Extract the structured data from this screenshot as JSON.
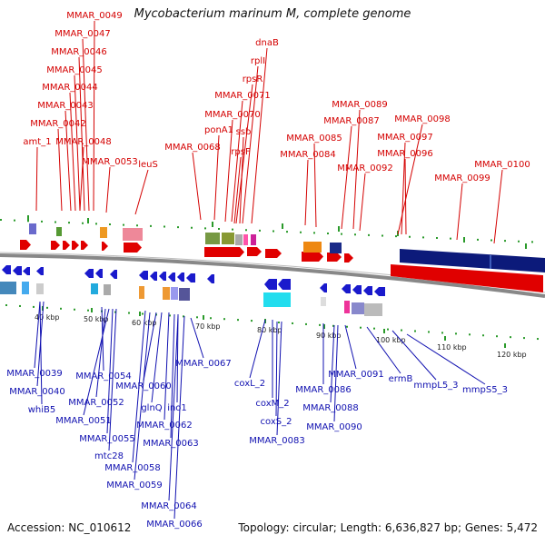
{
  "title": "Mycobacterium marinum M, complete genome",
  "accession": "Accession: NC_010612",
  "topology": "Topology: circular; Length: 6,636,827 bp; Genes: 5,472",
  "colors": {
    "top_label": "#d40000",
    "bottom_label": "#1010b0",
    "forward": "#e00000",
    "reverse": "#1a1acc",
    "backbone": "#888888",
    "ticks": "#2a9a2a",
    "ruler_text": "#222222"
  },
  "ruler": [
    "40 kbp",
    "50 kbp",
    "60 kbp",
    "70 kbp",
    "80 kbp",
    "90 kbp",
    "100 kbp",
    "110 kbp",
    "120 kbp"
  ],
  "top_labels": [
    "MMAR_0049",
    "MMAR_0047",
    "MMAR_0046",
    "MMAR_0045",
    "MMAR_0044",
    "MMAR_0043",
    "MMAR_0042",
    "amt_1",
    "MMAR_0048",
    "MMAR_0053",
    "leuS",
    "MMAR_0068",
    "ponA1",
    "MMAR_0070",
    "MMAR_0071",
    "rpsR",
    "rplI",
    "dnaB",
    "ssb",
    "rpsF",
    "MMAR_0084",
    "MMAR_0085",
    "MMAR_0087",
    "MMAR_0089",
    "MMAR_0092",
    "MMAR_0098",
    "MMAR_0097",
    "MMAR_0096",
    "MMAR_0099",
    "MMAR_0100"
  ],
  "bottom_labels": [
    "MMAR_0039",
    "MMAR_0040",
    "whiB5",
    "MMAR_0054",
    "MMAR_0052",
    "MMAR_0051",
    "MMAR_0055",
    "mtc28",
    "MMAR_0058",
    "MMAR_0059",
    "MMAR_0060",
    "glnQ",
    "ino1",
    "MMAR_0062",
    "MMAR_0063",
    "MMAR_0064",
    "MMAR_0066",
    "MMAR_0067",
    "coxL_2",
    "coxM_2",
    "coxS_2",
    "MMAR_0083",
    "MMAR_0086",
    "MMAR_0088",
    "MMAR_0090",
    "MMAR_0091",
    "ermB",
    "mmpL5_3",
    "mmpS5_3"
  ]
}
